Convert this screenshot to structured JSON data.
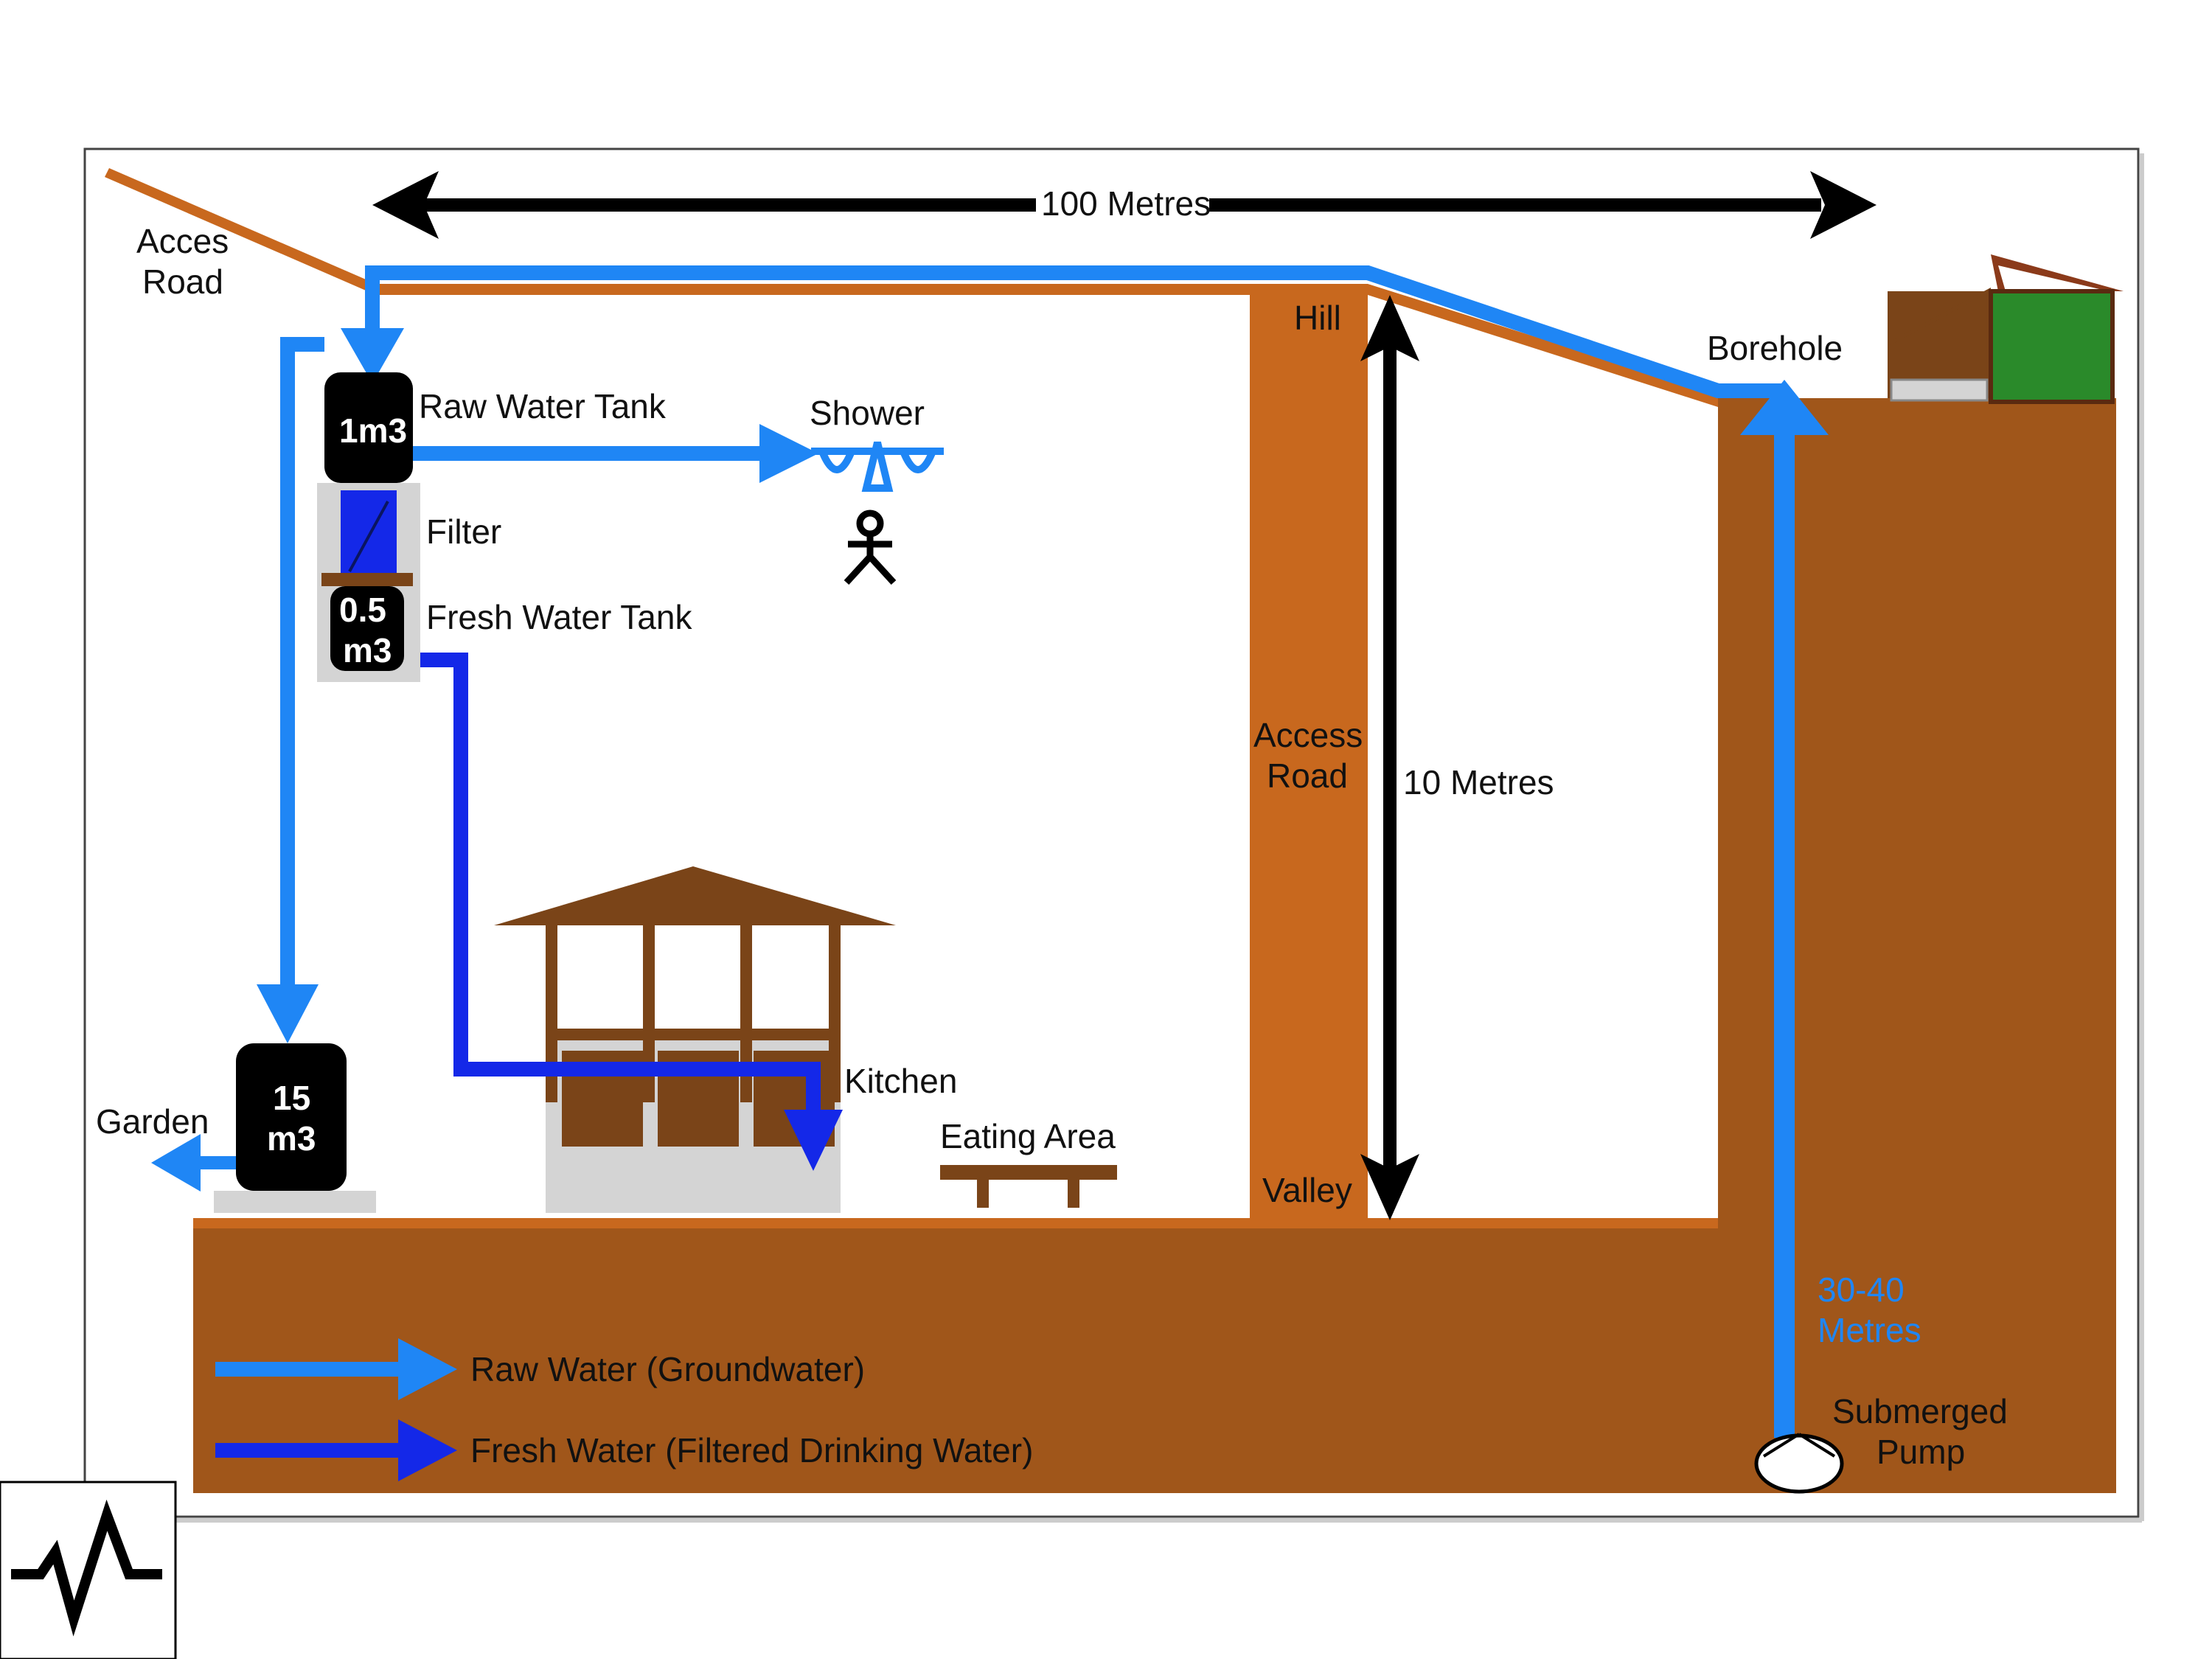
{
  "diagram": {
    "labels": {
      "acces_road_line1": "Acces",
      "acces_road_line2": "Road",
      "distance_horizontal": "100 Metres",
      "hill": "Hill",
      "valley": "Valley",
      "access_road_line1": "Access",
      "access_road_line2": "Road",
      "distance_vertical": "10 Metres",
      "borehole": "Borehole",
      "raw_water_tank": "Raw Water Tank",
      "raw_tank_volume": "1m3",
      "filter": "Filter",
      "fresh_water_tank": "Fresh Water Tank",
      "fresh_tank_volume_line1": "0.5",
      "fresh_tank_volume_line2": "m3",
      "shower": "Shower",
      "kitchen": "Kitchen",
      "eating_area": "Eating Area",
      "garden": "Garden",
      "storage_tank_volume_line1": "15",
      "storage_tank_volume_line2": "m3",
      "borehole_depth_line1": "30-40",
      "borehole_depth_line2": "Metres",
      "pump_line1": "Submerged",
      "pump_line2": "Pump"
    },
    "legend": {
      "raw_water": "Raw Water (Groundwater)",
      "fresh_water": "Fresh Water (Filtered Drinking Water)"
    },
    "colors": {
      "ground": "#a0561a",
      "road": "#c8681e",
      "raw_water": "#1f86f5",
      "fresh_water": "#1428e8",
      "tank": "#000000",
      "roof": "#7a4418",
      "pump_house_roof": "#8b3a1a",
      "pump_house_green": "#2a8a2a",
      "platform": "#d4d4d4"
    }
  }
}
